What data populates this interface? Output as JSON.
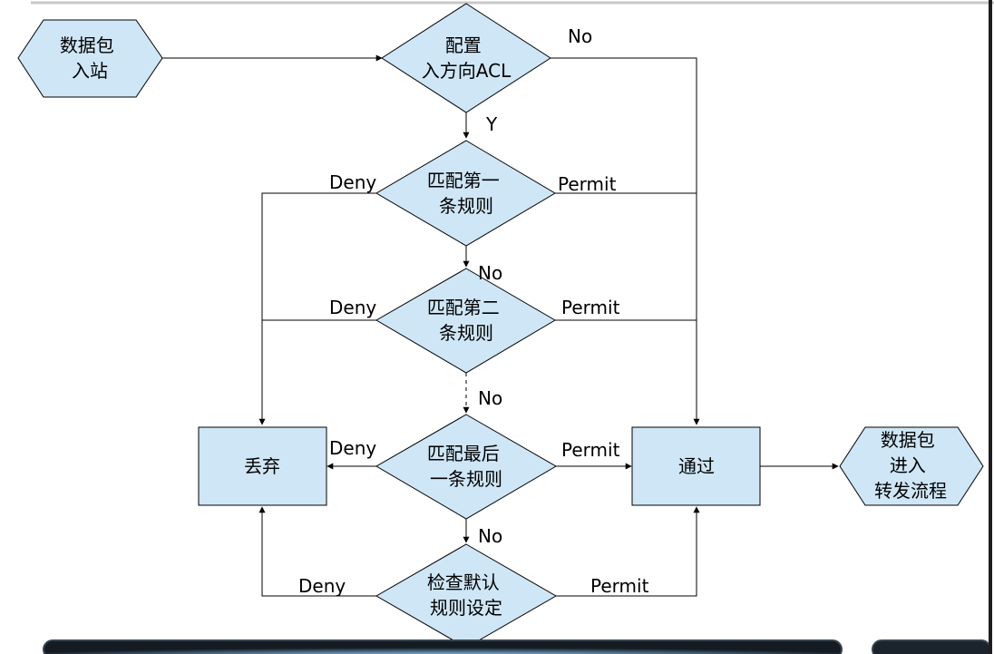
{
  "nodes": {
    "start": {
      "lines": [
        "数据包",
        "入站"
      ]
    },
    "acl_check": {
      "lines": [
        "配置",
        "入方向ACL"
      ]
    },
    "rule1": {
      "lines": [
        "匹配第一",
        "条规则"
      ]
    },
    "rule2": {
      "lines": [
        "匹配第二",
        "条规则"
      ]
    },
    "rule_last": {
      "lines": [
        "匹配最后",
        "一条规则"
      ]
    },
    "default_rule": {
      "lines": [
        "检查默认",
        "规则设定"
      ]
    },
    "discard": {
      "lines": [
        "丢弃"
      ]
    },
    "pass": {
      "lines": [
        "通过"
      ]
    },
    "end": {
      "lines": [
        "数据包",
        "进入",
        "转发流程"
      ]
    }
  },
  "edges": {
    "acl_no": "No",
    "acl_yes": "Y",
    "rule1_deny": "Deny",
    "rule1_permit": "Permit",
    "rule1_no": "No",
    "rule2_deny": "Deny",
    "rule2_permit": "Permit",
    "rule2_no": "No",
    "last_deny": "Deny",
    "last_permit": "Permit",
    "last_no": "No",
    "default_deny": "Deny",
    "default_permit": "Permit"
  },
  "colors": {
    "node_fill": "#cfe6f6",
    "stroke": "#000000",
    "footer_dark": "#141b22",
    "footer_glow": "#7fb6df"
  }
}
